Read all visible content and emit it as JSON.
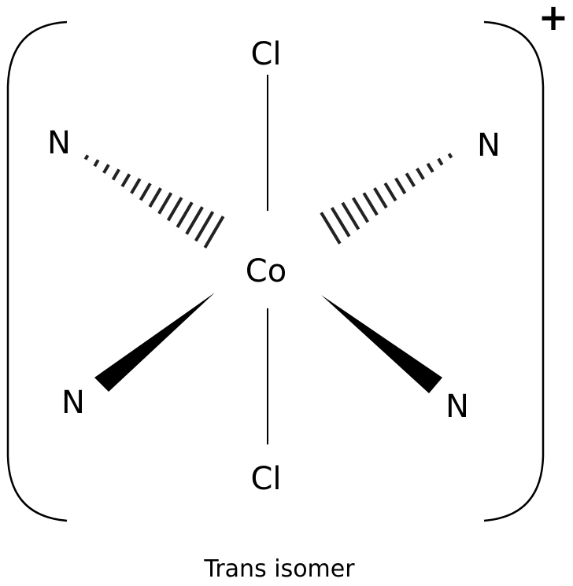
{
  "molecule": {
    "center": "Co",
    "axial_top": "Cl",
    "axial_bottom": "Cl",
    "ligand_top_left": "N",
    "ligand_top_right": "N",
    "ligand_bottom_left": "N",
    "ligand_bottom_right": "N",
    "charge": "+"
  },
  "caption": "Trans isomer"
}
